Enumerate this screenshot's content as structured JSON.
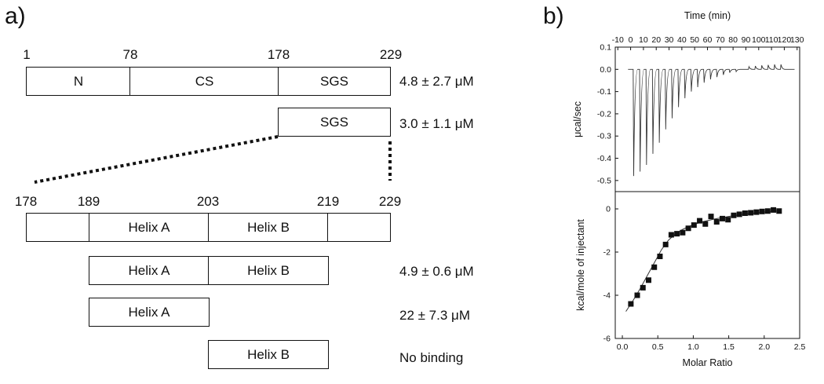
{
  "panel_a": {
    "label": "a)",
    "full_ticks": [
      "1",
      "78",
      "178",
      "229"
    ],
    "full_segments": [
      "N",
      "CS",
      "SGS"
    ],
    "full_kd": "4.8 ± 2.7 μM",
    "sgs_label": "SGS",
    "sgs_kd": "3.0 ± 1.1 μM",
    "detail_ticks": [
      "178",
      "189",
      "203",
      "219",
      "229"
    ],
    "detail_segments": [
      "",
      "Helix A",
      "Helix B",
      ""
    ],
    "ab_labels": [
      "Helix A",
      "Helix B"
    ],
    "ab_kd": "4.9 ± 0.6 μM",
    "a_label": "Helix A",
    "a_kd": "22 ± 7.3 μM",
    "b_label": "Helix B",
    "b_kd": "No binding"
  },
  "panel_b": {
    "label": "b)"
  },
  "chart_data": [
    {
      "type": "line",
      "title": "",
      "xlabel": "Time (min)",
      "ylabel": "μcal/sec",
      "xlim": [
        -12,
        132
      ],
      "ylim": [
        -0.55,
        0.1
      ],
      "xticks": [
        "-10",
        "0",
        "10",
        "20",
        "30",
        "40",
        "50",
        "60",
        "70",
        "80",
        "90",
        "100",
        "110",
        "120",
        "130"
      ],
      "yticks": [
        "0.1",
        "0.0",
        "-0.1",
        "-0.2",
        "-0.3",
        "-0.4",
        "-0.5"
      ],
      "injection_times": [
        2,
        7,
        12,
        17,
        22,
        27,
        32,
        37,
        42,
        47,
        52,
        57,
        62,
        67,
        72,
        77,
        82,
        87,
        92,
        97,
        102,
        107,
        112,
        117
      ],
      "injection_peaks": [
        -0.48,
        -0.46,
        -0.43,
        -0.38,
        -0.33,
        -0.27,
        -0.22,
        -0.17,
        -0.13,
        -0.1,
        -0.08,
        -0.06,
        -0.045,
        -0.035,
        -0.025,
        -0.015,
        -0.01,
        0.0,
        0.012,
        0.015,
        0.018,
        0.02,
        0.022,
        0.022
      ],
      "baseline": 0.0
    },
    {
      "type": "scatter",
      "title": "",
      "xlabel": "Molar Ratio",
      "ylabel": "kcal/mole of injectant",
      "xlim": [
        -0.1,
        2.5
      ],
      "ylim": [
        -6,
        0.8
      ],
      "xticks": [
        "0.0",
        "0.5",
        "1.0",
        "1.5",
        "2.0",
        "2.5"
      ],
      "yticks": [
        "0",
        "-2",
        "-4",
        "-6"
      ],
      "x": [
        0.12,
        0.21,
        0.29,
        0.37,
        0.45,
        0.53,
        0.61,
        0.69,
        0.77,
        0.85,
        0.93,
        1.01,
        1.09,
        1.17,
        1.25,
        1.33,
        1.41,
        1.49,
        1.57,
        1.65,
        1.73,
        1.81,
        1.89,
        1.97,
        2.05,
        2.13,
        2.21
      ],
      "y": [
        -4.4,
        -4.0,
        -3.65,
        -3.3,
        -2.7,
        -2.2,
        -1.65,
        -1.2,
        -1.15,
        -1.1,
        -0.9,
        -0.75,
        -0.55,
        -0.7,
        -0.35,
        -0.6,
        -0.45,
        -0.5,
        -0.3,
        -0.25,
        -0.2,
        -0.18,
        -0.15,
        -0.12,
        -0.1,
        -0.05,
        -0.1
      ],
      "fit_x": [
        0.05,
        0.15,
        0.25,
        0.35,
        0.45,
        0.55,
        0.65,
        0.75,
        0.85,
        0.95,
        1.05,
        1.15,
        1.3,
        1.5,
        1.7,
        1.9,
        2.1,
        2.2
      ],
      "fit_y": [
        -4.75,
        -4.25,
        -3.7,
        -3.1,
        -2.5,
        -1.9,
        -1.45,
        -1.15,
        -0.95,
        -0.8,
        -0.68,
        -0.58,
        -0.47,
        -0.35,
        -0.25,
        -0.18,
        -0.12,
        -0.1
      ]
    }
  ]
}
